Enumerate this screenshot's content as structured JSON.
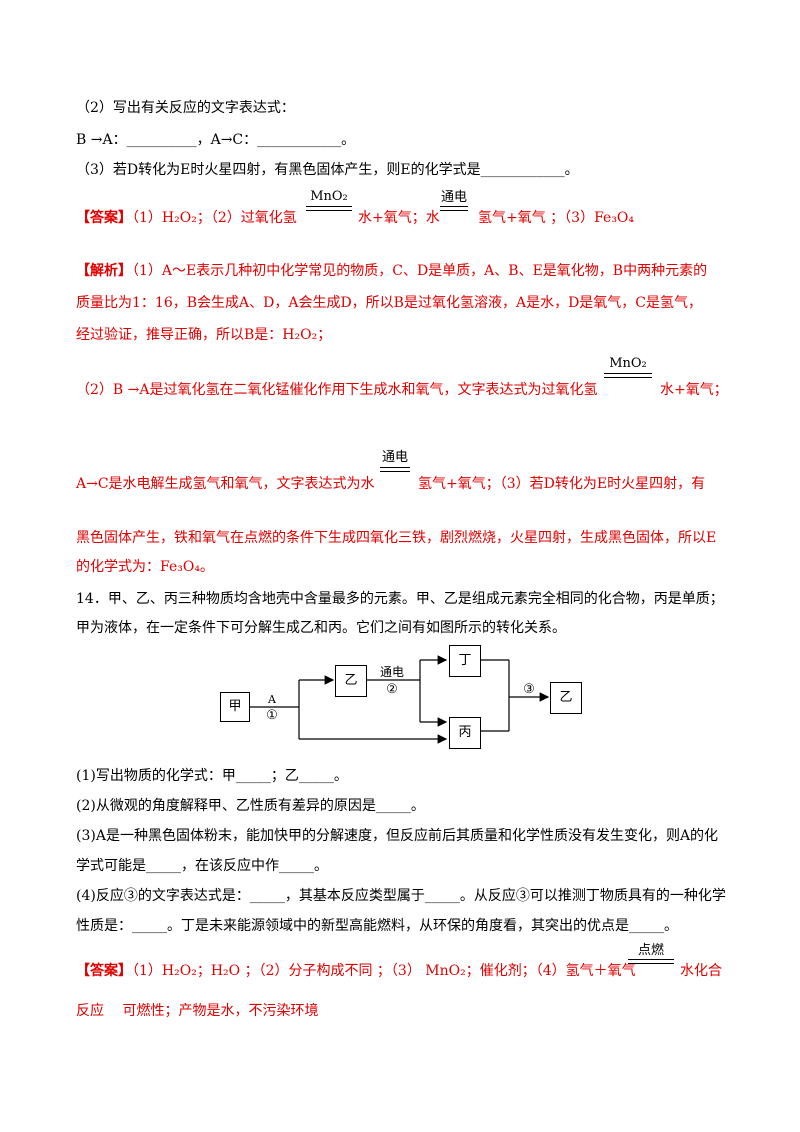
{
  "q13": {
    "p2_prompt": "（2）写出有关反应的文字表达式：",
    "p2_line": "B →A：__________，A→C：____________。",
    "p3": "（3）若D转化为E时火星四射，有黑色固体产生，则E的化学式是____________。",
    "answer": {
      "tag": "【答案】",
      "part1": "（1）H₂O₂；（2）过氧化氢",
      "cond1": "MnO₂",
      "part2": "水+氧气；水",
      "cond2": "通电",
      "part3": "氢气+氧气 ；（3）Fe₃O₄"
    },
    "analysis": {
      "tag": "【解析】",
      "l1": "（1）A～E表示几种初中化学常见的物质，C、D是单质，A、B、E是氧化物，B中两种元素的",
      "l2": "质量比为1：16，B会生成A、D，A会生成D，所以B是过氧化氢溶液，A是水，D是氧气，C是氢气，",
      "l3": "经过验证，推导正确，所以B是：H₂O₂；",
      "l4": "（2）B →A是过氧化氢在二氧化锰催化作用下生成水和氧气，文字表达式为过氧化氢",
      "l4_cond": "MnO₂",
      "l4_end": "水+氧气；",
      "l5": "A→C是水电解生成氢气和氧气，文字表达式为水",
      "l5_cond": "通电",
      "l5_end": "氢气+氧气；（3）若D转化为E时火星四射，有",
      "l6": "黑色固体产生，铁和氧气在点燃的条件下生成四氧化三铁，剧烈燃烧，火星四射，生成黑色固体，所以E",
      "l7": "的化学式为：Fe₃O₄。"
    }
  },
  "q14": {
    "stem1": "14．甲、乙、丙三种物质均含地壳中含量最多的元素。甲、乙是组成元素完全相同的化合物，丙是单质；",
    "stem2": "甲为液体，在一定条件下可分解生成乙和丙。它们之间有如图所示的转化关系。",
    "diagram": {
      "jia": "甲",
      "yi1": "乙",
      "ding": "丁",
      "bing": "丙",
      "yi2": "乙",
      "label_a": "A",
      "label_1": "①",
      "label_tongdian": "通电",
      "label_2": "②",
      "label_3": "③"
    },
    "q1": "(1)写出物质的化学式：甲_____；乙_____。",
    "q2": "(2)从微观的角度解释甲、乙性质有差异的原因是_____。",
    "q3a": "(3)A是一种黑色固体粉末，能加快甲的分解速度，但反应前后其质量和化学性质没有发生变化，则A的化",
    "q3b": "学式可能是_____，在该反应中作_____。",
    "q4a": "(4)反应③的文字表达式是：_____，其基本反应类型属于_____。从反应③可以推测丁物质具有的一种化学",
    "q4b": "性质是：_____。丁是未来能源领域中的新型高能燃料，从环保的角度看，其突出的优点是_____。",
    "answer": {
      "tag": "【答案】",
      "part1": "（1）H₂O₂；H₂O ；（2）分子构成不同 ；（3） MnO₂；催化剂；（4）氢气＋氧气",
      "cond": "点燃",
      "part2": "水化合",
      "line2": "反应　 可燃性；产物是水，不污染环境"
    }
  }
}
